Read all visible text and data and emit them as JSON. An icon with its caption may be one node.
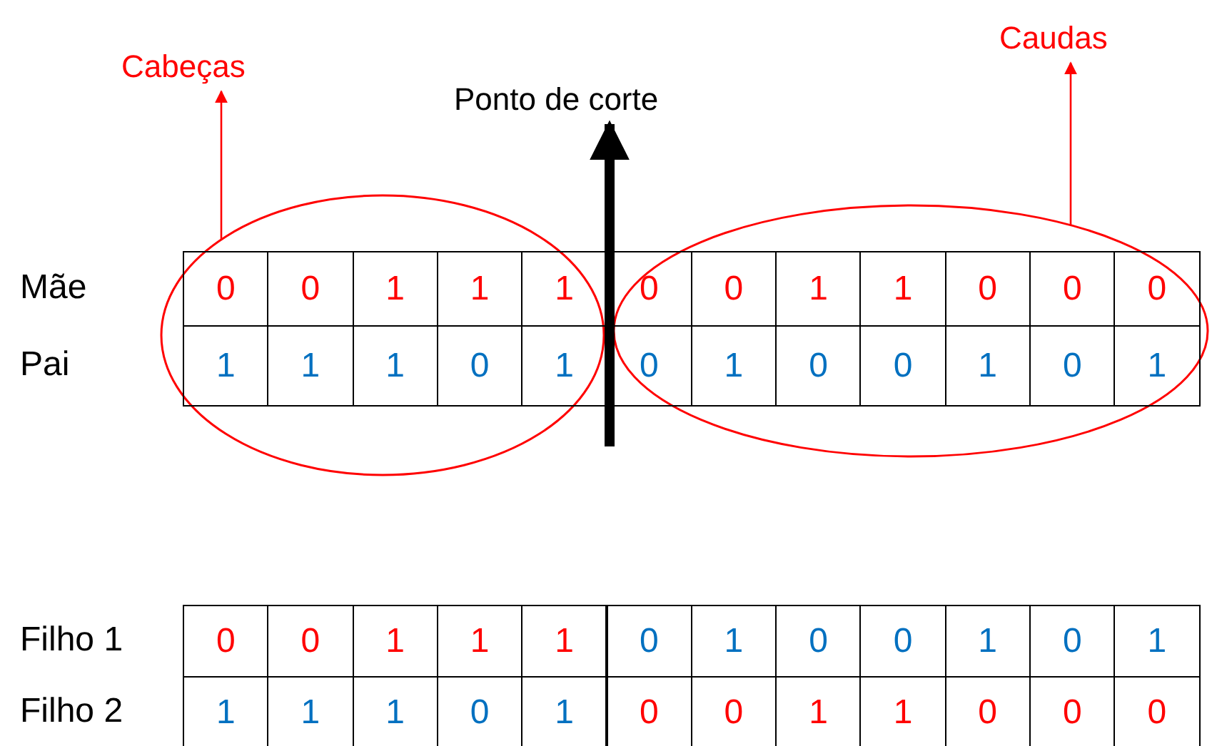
{
  "diagram": {
    "nodes": [
      {
        "text": [
          "Cabeças"
        ]
      },
      {
        "text": [
          "Ponto de corte"
        ]
      },
      {
        "text": [
          "Caudas"
        ]
      },
      {
        "text": [],
        "shape": "ellipse"
      },
      {
        "text": [],
        "shape": "ellipse"
      }
    ],
    "edges": [
      {
        "from": 3,
        "to": 0,
        "arrow": "to",
        "color": "#ff0000"
      },
      {
        "from": null,
        "to": 1,
        "arrow": "to",
        "style": "thick",
        "color": "#000000"
      },
      {
        "from": 4,
        "to": 2,
        "arrow": "to",
        "color": "#ff0000"
      }
    ],
    "labels": [
      "Mãe",
      "0",
      "0",
      "1",
      "1",
      "1",
      "0",
      "0",
      "1",
      "1",
      "0",
      "0",
      "0",
      "Pai",
      "1",
      "1",
      "1",
      "0",
      "1",
      "0",
      "1",
      "0",
      "0",
      "1",
      "0",
      "1",
      "Filho 1",
      "0",
      "0",
      "1",
      "1",
      "1",
      "0",
      "1",
      "0",
      "0",
      "1",
      "0",
      "1",
      "Filho 2",
      "1",
      "1",
      "1",
      "0",
      "1",
      "0",
      "0",
      "1",
      "1",
      "0",
      "0",
      "0"
    ]
  }
}
